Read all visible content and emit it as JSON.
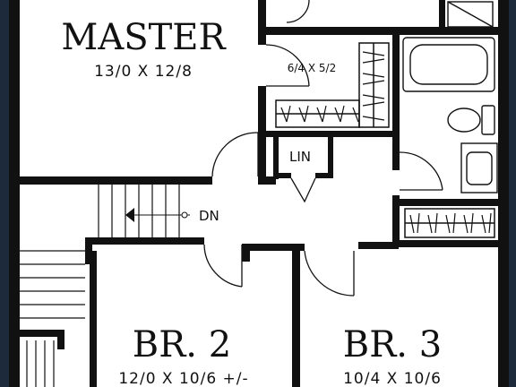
{
  "rooms": {
    "master": {
      "name": "MASTER",
      "dims": "13/0 X 12/8"
    },
    "closet": {
      "dims": "6/4 X 5/2"
    },
    "linen": {
      "name": "LIN"
    },
    "stairs": {
      "label": "DN"
    },
    "br2": {
      "name": "BR. 2",
      "dims": "12/0 X 10/6 +/-"
    },
    "br3": {
      "name": "BR. 3",
      "dims": "10/4 X 10/6"
    }
  },
  "colors": {
    "wall": "#111111",
    "floor": "#ffffff",
    "background": "#1c2a3c"
  }
}
